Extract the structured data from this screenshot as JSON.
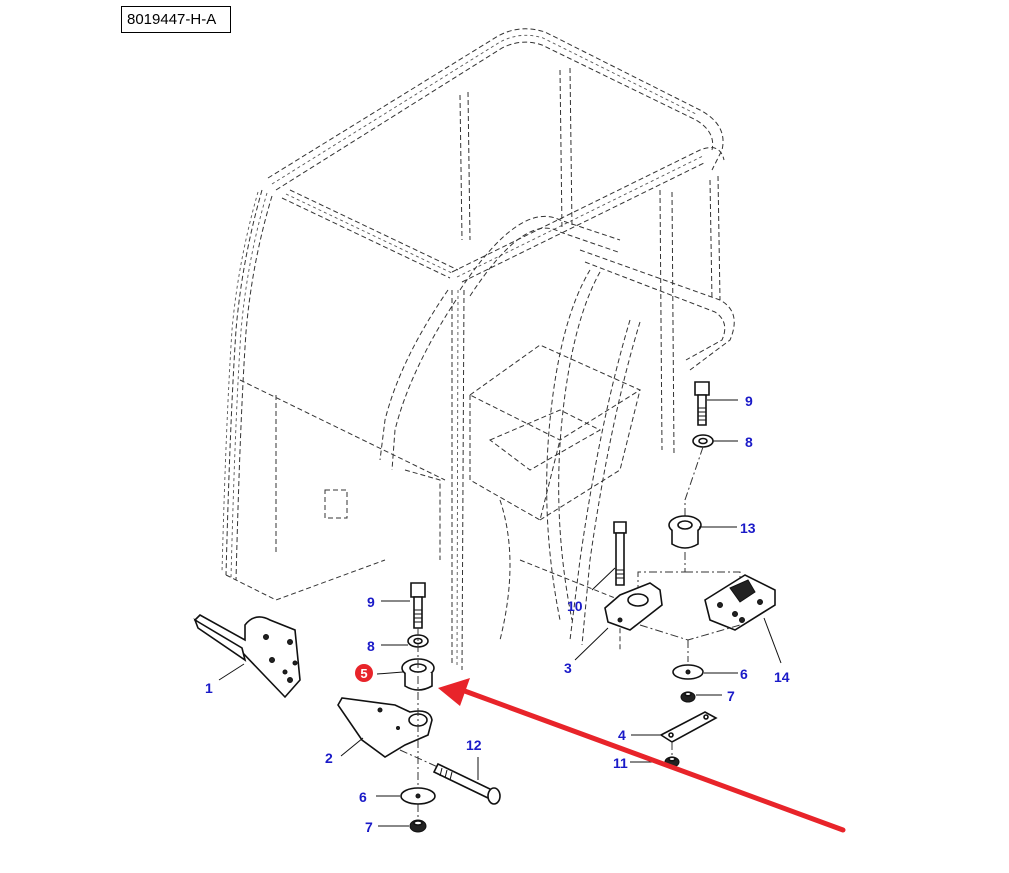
{
  "diagram": {
    "reference_code": "8019447-H-A",
    "subject": "cab frame mounting parts exploded view",
    "highlight_color": "#e8242a",
    "callout_color": "#1a1ac8",
    "highlighted_item": "5",
    "callouts": [
      {
        "id": "c1",
        "label": "1",
        "part": "left front mounting bracket"
      },
      {
        "id": "c2",
        "label": "2",
        "part": "lower mounting bracket"
      },
      {
        "id": "c3",
        "label": "3",
        "part": "rear mount plate"
      },
      {
        "id": "c4",
        "label": "4",
        "part": "strap plate"
      },
      {
        "id": "c5",
        "label": "5",
        "part": "rubber isolator mount"
      },
      {
        "id": "c6a",
        "label": "6",
        "part": "washer"
      },
      {
        "id": "c6b",
        "label": "6",
        "part": "washer"
      },
      {
        "id": "c7a",
        "label": "7",
        "part": "nut"
      },
      {
        "id": "c7b",
        "label": "7",
        "part": "nut"
      },
      {
        "id": "c8a",
        "label": "8",
        "part": "washer"
      },
      {
        "id": "c8b",
        "label": "8",
        "part": "washer"
      },
      {
        "id": "c9a",
        "label": "9",
        "part": "bolt"
      },
      {
        "id": "c9b",
        "label": "9",
        "part": "bolt"
      },
      {
        "id": "c10",
        "label": "10",
        "part": "long bolt"
      },
      {
        "id": "c11",
        "label": "11",
        "part": "nut"
      },
      {
        "id": "c12",
        "label": "12",
        "part": "long bolt"
      },
      {
        "id": "c13",
        "label": "13",
        "part": "rubber isolator mount"
      },
      {
        "id": "c14",
        "label": "14",
        "part": "rear mount plate with isolator"
      }
    ]
  }
}
